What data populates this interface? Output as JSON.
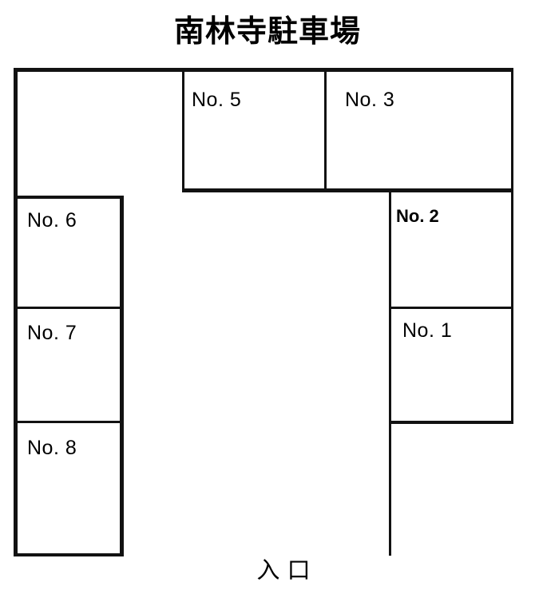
{
  "header": {
    "title": "南林寺駐車場"
  },
  "diagram": {
    "type": "parking-lot-map",
    "entrance_label": "入 口",
    "stalls": [
      {
        "id": "no-1",
        "label": "No. 1"
      },
      {
        "id": "no-2",
        "label": "No. 2"
      },
      {
        "id": "no-3",
        "label": "No. 3"
      },
      {
        "id": "no-5",
        "label": "No. 5"
      },
      {
        "id": "no-6",
        "label": "No. 6"
      },
      {
        "id": "no-7",
        "label": "No. 7"
      },
      {
        "id": "no-8",
        "label": "No. 8"
      }
    ]
  },
  "colors": {
    "line": "#121212",
    "text": "#000000",
    "background": "#ffffff"
  }
}
